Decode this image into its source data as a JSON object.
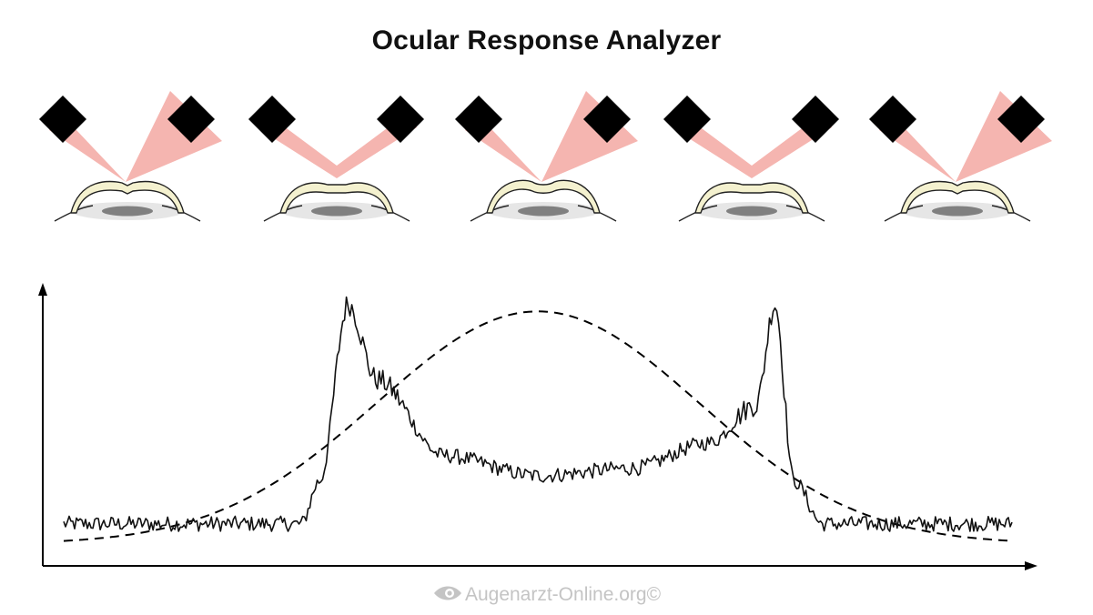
{
  "title": "Ocular Response Analyzer",
  "credit": "Augenarzt-Online.org©",
  "colors": {
    "beam": "#f5b5b0",
    "cornea_fill": "#f4f1cf",
    "cornea_stroke": "#222222",
    "emitter": "#000000",
    "pupil": "#808080",
    "iris_shadow": "#e6e6e6",
    "signal": "#111111",
    "credit": "#c4c4c4"
  },
  "stages": [
    {
      "cornea": "convex",
      "beam": "spread"
    },
    {
      "cornea": "applanated",
      "beam": "focused"
    },
    {
      "cornea": "concave",
      "beam": "spread"
    },
    {
      "cornea": "applanated",
      "beam": "focused"
    },
    {
      "cornea": "convex",
      "beam": "spread"
    }
  ],
  "chart_data": {
    "type": "line",
    "title": "",
    "xlabel": "",
    "ylabel": "",
    "axes": "arrows-only, no ticks",
    "series": [
      {
        "style": "solid-noisy",
        "description_points": {
          "x": [
            0,
            0.25,
            0.27,
            0.3,
            0.33,
            0.4,
            0.5,
            0.6,
            0.68,
            0.73,
            0.75,
            0.77,
            0.8,
            1.0
          ],
          "y": [
            0.08,
            0.08,
            0.25,
            0.95,
            0.65,
            0.35,
            0.27,
            0.3,
            0.4,
            0.55,
            0.95,
            0.25,
            0.08,
            0.08
          ]
        }
      },
      {
        "style": "dashed",
        "shape": "gaussian",
        "peak_x": 0.5,
        "peak_y": 0.92
      }
    ]
  }
}
